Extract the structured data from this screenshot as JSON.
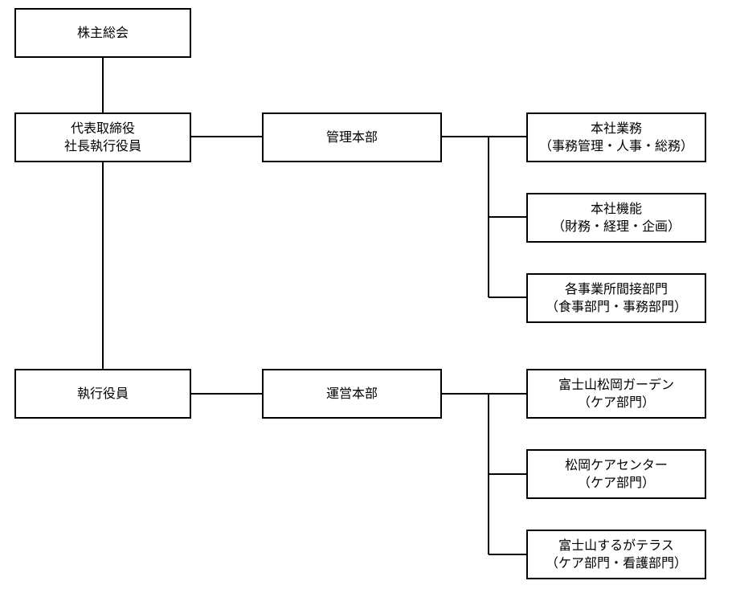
{
  "org_chart": {
    "shareholders": {
      "line1": "株主総会"
    },
    "ceo": {
      "line1": "代表取締役",
      "line2": "社長執行役員"
    },
    "executive": {
      "line1": "執行役員"
    },
    "admin_hq": {
      "line1": "管理本部"
    },
    "ops_hq": {
      "line1": "運営本部"
    },
    "hq_affairs": {
      "line1": "本社業務",
      "line2": "（事務管理・人事・総務）"
    },
    "hq_functions": {
      "line1": "本社機能",
      "line2": "（財務・経理・企画）"
    },
    "indirect_depts": {
      "line1": "各事業所間接部門",
      "line2": "（食事部門・事務部門）"
    },
    "fuji_garden": {
      "line1": "富士山松岡ガーデン",
      "line2": "（ケア部門）"
    },
    "matsuoka_center": {
      "line1": "松岡ケアセンター",
      "line2": "（ケア部門）"
    },
    "fuji_terrace": {
      "line1": "富士山するがテラス",
      "line2": "（ケア部門・看護部門）"
    }
  }
}
